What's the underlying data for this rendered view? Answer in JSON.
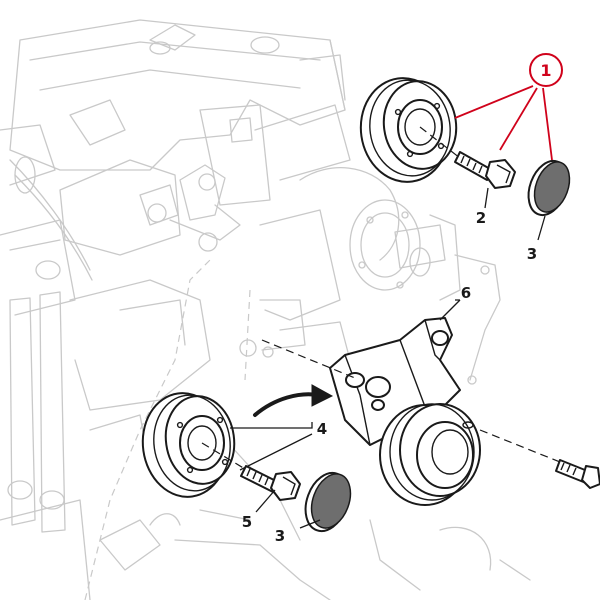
{
  "callouts": {
    "c1": "1",
    "c2": "2",
    "c3_top": "3",
    "c3_bottom": "3",
    "c4": "4",
    "c5": "5",
    "c6": "6"
  },
  "colors": {
    "highlight": "#d0021b",
    "ink": "#1a1a1a",
    "faint": "#c9c9c9",
    "cap_fill": "#6e6e6e"
  }
}
